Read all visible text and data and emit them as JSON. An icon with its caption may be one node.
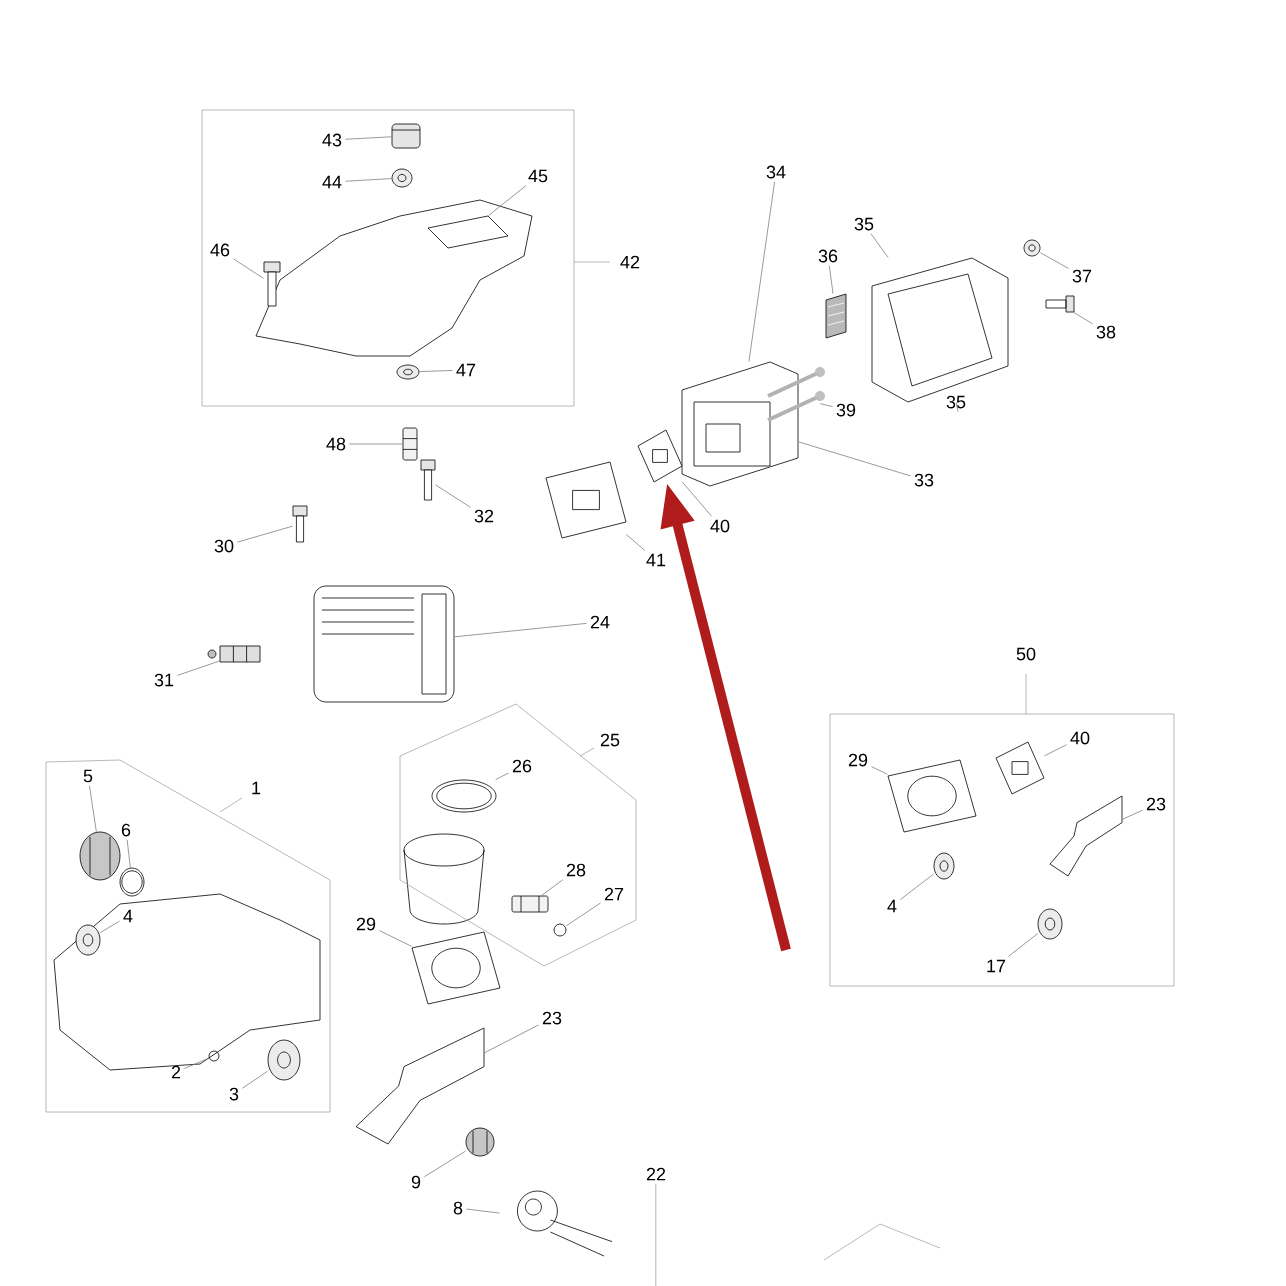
{
  "diagram": {
    "nodes": [
      {
        "text": [
          "42"
        ]
      },
      {
        "text": [
          "43"
        ],
        "in": 0
      },
      {
        "text": [],
        "shape": "picture",
        "in": 0
      },
      {
        "text": [
          "44"
        ],
        "in": 0
      },
      {
        "text": [],
        "shape": "picture",
        "in": 0
      },
      {
        "text": [
          "45"
        ],
        "in": 0
      },
      {
        "text": [],
        "shape": "picture",
        "in": 0
      },
      {
        "text": [
          "46"
        ],
        "in": 0
      },
      {
        "text": [],
        "shape": "picture",
        "in": 0
      },
      {
        "text": [
          "47"
        ],
        "in": 0
      },
      {
        "text": [],
        "shape": "picture",
        "in": 0
      },
      {
        "text": [
          "34"
        ]
      },
      {
        "text": [],
        "shape": "picture"
      },
      {
        "text": [
          "35"
        ]
      },
      {
        "text": [],
        "shape": "picture"
      },
      {
        "text": [
          "36"
        ]
      },
      {
        "text": [],
        "shape": "picture"
      },
      {
        "text": [
          "37"
        ]
      },
      {
        "text": [],
        "shape": "picture"
      },
      {
        "text": [
          "38"
        ]
      },
      {
        "text": [],
        "shape": "picture"
      },
      {
        "text": [
          "48"
        ]
      },
      {
        "text": [],
        "shape": "picture"
      },
      {
        "text": [
          "39"
        ]
      },
      {
        "text": [],
        "shape": "picture"
      },
      {
        "text": [
          "35"
        ]
      },
      {
        "text": [
          "30"
        ]
      },
      {
        "text": [],
        "shape": "picture"
      },
      {
        "text": [
          "32"
        ]
      },
      {
        "text": [],
        "shape": "picture"
      },
      {
        "text": [
          "33"
        ]
      },
      {
        "text": [
          "40"
        ]
      },
      {
        "text": [],
        "shape": "picture"
      },
      {
        "text": [
          "41"
        ]
      },
      {
        "text": [],
        "shape": "picture"
      },
      {
        "text": [
          "24"
        ]
      },
      {
        "text": [],
        "shape": "picture"
      },
      {
        "text": [
          "31"
        ]
      },
      {
        "text": [],
        "shape": "picture"
      },
      {
        "text": [
          "50"
        ]
      },
      {
        "text": [
          "29"
        ],
        "in": 39
      },
      {
        "text": [],
        "shape": "picture",
        "in": 39
      },
      {
        "text": [
          "40"
        ],
        "in": 39
      },
      {
        "text": [],
        "shape": "picture",
        "in": 39
      },
      {
        "text": [
          "23"
        ],
        "in": 39
      },
      {
        "text": [],
        "shape": "picture",
        "in": 39
      },
      {
        "text": [
          "4"
        ],
        "in": 39
      },
      {
        "text": [],
        "shape": "picture",
        "in": 39
      },
      {
        "text": [
          "17"
        ],
        "in": 39
      },
      {
        "text": [],
        "shape": "picture",
        "in": 39
      },
      {
        "text": [
          "1"
        ]
      },
      {
        "text": [
          "5"
        ],
        "in": 50
      },
      {
        "text": [],
        "shape": "picture",
        "in": 50
      },
      {
        "text": [
          "6"
        ],
        "in": 50
      },
      {
        "text": [],
        "shape": "picture",
        "in": 50
      },
      {
        "text": [
          "4"
        ],
        "in": 50
      },
      {
        "text": [],
        "shape": "picture",
        "in": 50
      },
      {
        "text": [
          "2"
        ],
        "in": 50
      },
      {
        "text": [],
        "shape": "picture",
        "in": 50
      },
      {
        "text": [
          "3"
        ],
        "in": 50
      },
      {
        "text": [],
        "shape": "picture",
        "in": 50
      },
      {
        "text": [
          "25"
        ]
      },
      {
        "text": [
          "26"
        ],
        "in": 61
      },
      {
        "text": [],
        "shape": "picture",
        "in": 61
      },
      {
        "text": [
          "28"
        ],
        "in": 61
      },
      {
        "text": [],
        "shape": "picture",
        "in": 61
      },
      {
        "text": [
          "27"
        ],
        "in": 61
      },
      {
        "text": [],
        "shape": "picture",
        "in": 61
      },
      {
        "text": [
          "29"
        ]
      },
      {
        "text": [],
        "shape": "picture"
      },
      {
        "text": [
          "23"
        ]
      },
      {
        "text": [],
        "shape": "picture"
      },
      {
        "text": [
          "9"
        ]
      },
      {
        "text": [],
        "shape": "picture"
      },
      {
        "text": [
          "8"
        ]
      },
      {
        "text": [],
        "shape": "picture"
      },
      {
        "text": [
          "22"
        ]
      }
    ],
    "edges": [
      {
        "from": 1,
        "to": 2,
        "arrow": "none"
      },
      {
        "from": 3,
        "to": 4,
        "arrow": "none"
      },
      {
        "from": 5,
        "to": 6,
        "arrow": "none"
      },
      {
        "from": 7,
        "to": 8,
        "arrow": "none"
      },
      {
        "from": 9,
        "to": 10,
        "arrow": "none"
      },
      {
        "from": 11,
        "to": 12,
        "arrow": "none"
      },
      {
        "from": 13,
        "to": 14,
        "arrow": "none"
      },
      {
        "from": 15,
        "to": 16,
        "arrow": "none"
      },
      {
        "from": 17,
        "to": 18,
        "arrow": "none"
      },
      {
        "from": 19,
        "to": 20,
        "arrow": "none"
      },
      {
        "from": 21,
        "to": 22,
        "arrow": "none"
      },
      {
        "from": 23,
        "to": 24,
        "arrow": "none"
      },
      {
        "from": 25,
        "to": 14,
        "arrow": "none"
      },
      {
        "from": 26,
        "to": 27,
        "arrow": "none"
      },
      {
        "from": 28,
        "to": 29,
        "arrow": "none"
      },
      {
        "from": 30,
        "to": 12,
        "arrow": "none"
      },
      {
        "from": 31,
        "to": 32,
        "arrow": "none"
      },
      {
        "from": 33,
        "to": 34,
        "arrow": "none"
      },
      {
        "from": 35,
        "to": 36,
        "arrow": "none"
      },
      {
        "from": 37,
        "to": 38,
        "arrow": "none"
      },
      {
        "from": 40,
        "to": 41,
        "arrow": "none"
      },
      {
        "from": 42,
        "to": 43,
        "arrow": "none"
      },
      {
        "from": 44,
        "to": 45,
        "arrow": "none"
      },
      {
        "from": 46,
        "to": 47,
        "arrow": "none"
      },
      {
        "from": 48,
        "to": 49,
        "arrow": "none"
      },
      {
        "from": 51,
        "to": 52,
        "arrow": "none"
      },
      {
        "from": 53,
        "to": 54,
        "arrow": "none"
      },
      {
        "from": 55,
        "to": 56,
        "arrow": "none"
      },
      {
        "from": 57,
        "to": 58,
        "arrow": "none"
      },
      {
        "from": 59,
        "to": 60,
        "arrow": "none"
      },
      {
        "from": 62,
        "to": 63,
        "arrow": "none"
      },
      {
        "from": 64,
        "to": 65,
        "arrow": "none"
      },
      {
        "from": 66,
        "to": 67,
        "arrow": "none"
      },
      {
        "from": 68,
        "to": 69,
        "arrow": "none"
      },
      {
        "from": 70,
        "to": 71,
        "arrow": "none"
      },
      {
        "from": 72,
        "to": 73,
        "arrow": "none"
      },
      {
        "from": 74,
        "to": 75,
        "arrow": "none"
      },
      {
        "from": 76,
        "to": null,
        "arrow": "none"
      },
      {
        "from": null,
        "to": 32,
        "arrow": "to",
        "style": "thick",
        "color": "#b01c1c"
      }
    ]
  }
}
